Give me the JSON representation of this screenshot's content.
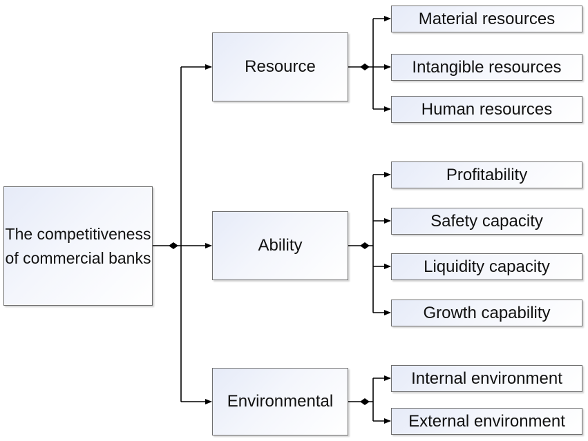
{
  "root": {
    "label": "The competitiveness of commercial banks"
  },
  "categories": [
    {
      "label": "Resource",
      "items": [
        "Material resources",
        "Intangible resources",
        "Human resources"
      ]
    },
    {
      "label": "Ability",
      "items": [
        "Profitability",
        "Safety capacity",
        "Liquidity capacity",
        "Growth capability"
      ]
    },
    {
      "label": "Environmental",
      "items": [
        "Internal environment",
        "External environment"
      ]
    }
  ]
}
